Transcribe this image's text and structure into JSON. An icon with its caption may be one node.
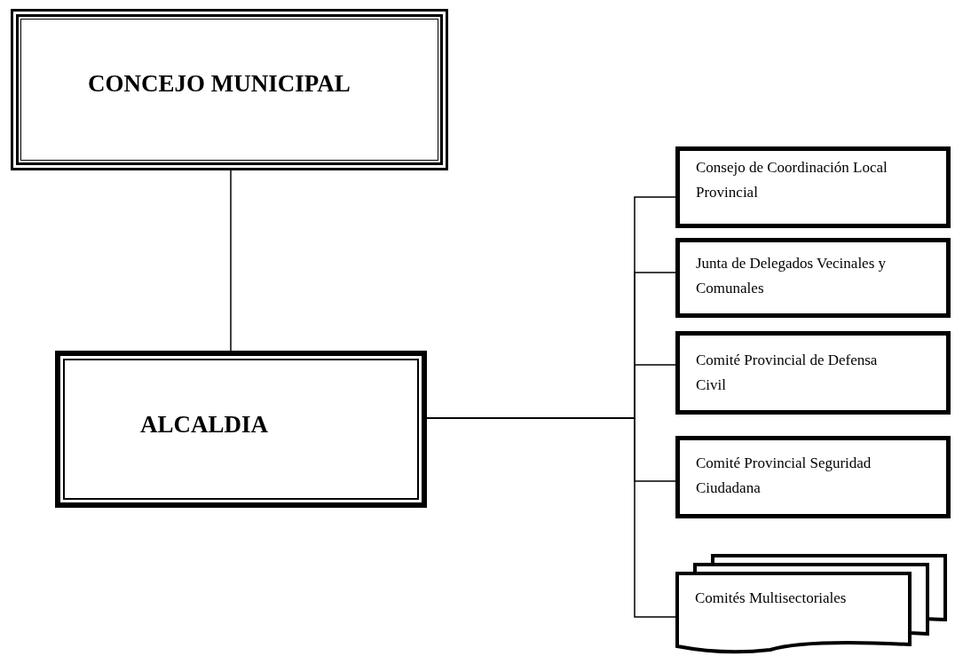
{
  "diagram": {
    "nodes": [
      {
        "text": [
          "CONCEJO MUNICIPAL"
        ]
      },
      {
        "text": [
          "ALCALDIA"
        ]
      },
      {
        "text": [
          "Consejo de Coordinación Local Provincial"
        ]
      },
      {
        "text": [
          "Junta de Delegados Vecinales y Comunales"
        ]
      },
      {
        "text": [
          "Comité Provincial de Defensa Civil"
        ]
      },
      {
        "text": [
          "Comité Provincial Seguridad Ciudadana"
        ]
      },
      {
        "text": [
          "Comités Multisectoriales"
        ]
      }
    ],
    "edges": [
      {
        "from": 0,
        "to": 1,
        "arrow": "none"
      },
      {
        "from": 1,
        "to": 2,
        "arrow": "none"
      },
      {
        "from": 1,
        "to": 3,
        "arrow": "none"
      },
      {
        "from": 1,
        "to": 4,
        "arrow": "none"
      },
      {
        "from": 1,
        "to": 5,
        "arrow": "none"
      },
      {
        "from": 1,
        "to": 6,
        "arrow": "none"
      }
    ]
  }
}
